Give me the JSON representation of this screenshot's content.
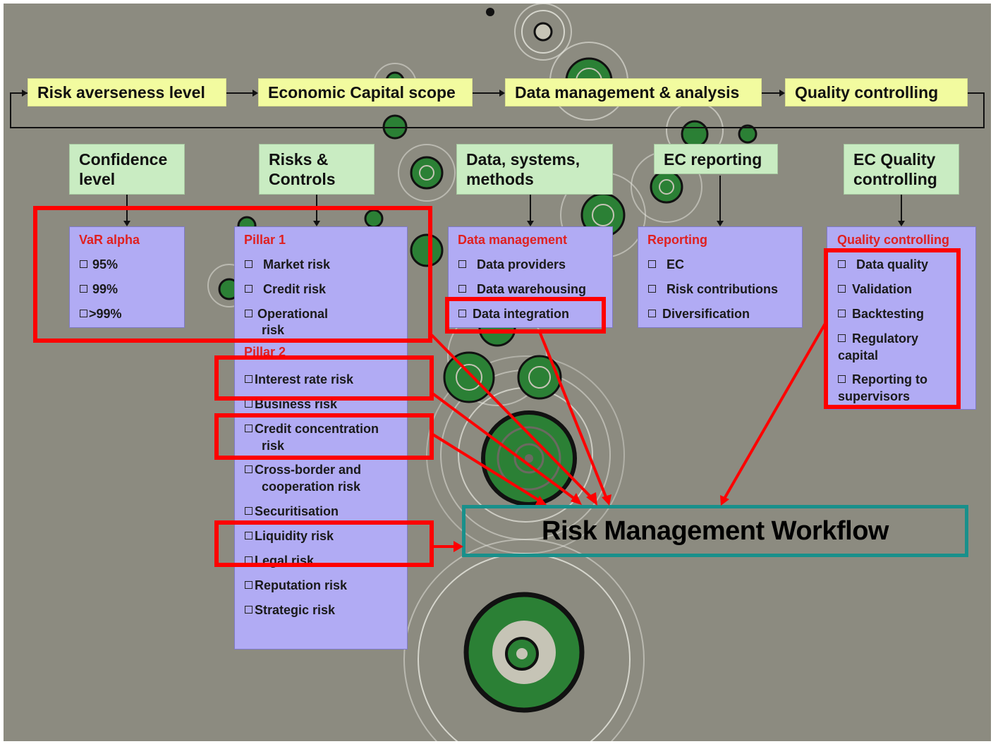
{
  "phases": [
    {
      "label": "Risk averseness level"
    },
    {
      "label": "Economic Capital scope"
    },
    {
      "label": "Data management & analysis"
    },
    {
      "label": "Quality controlling"
    }
  ],
  "categories": [
    {
      "line1": "Confidence",
      "line2": "level"
    },
    {
      "line1": "Risks &",
      "line2": "Controls"
    },
    {
      "line1": "Data, systems,",
      "line2": "methods"
    },
    {
      "line1": "EC reporting",
      "line2": ""
    },
    {
      "line1": "EC Quality",
      "line2": "controlling"
    }
  ],
  "var_box": {
    "title": "VaR alpha",
    "items": [
      "95%",
      "99%",
      ">99%"
    ]
  },
  "risks_box": {
    "pillar1_title": "Pillar 1",
    "pillar1_items": [
      "Market risk",
      "Credit risk",
      "Operational",
      "risk"
    ],
    "pillar2_title": "Pillar 2",
    "pillar2_items": [
      "Interest rate risk",
      "Business risk",
      "Credit concentration",
      "risk",
      "Cross-border and",
      "cooperation risk",
      "Securitisation",
      "Liquidity risk",
      "Legal risk",
      "Reputation risk",
      "Strategic risk"
    ]
  },
  "data_box": {
    "title": "Data management",
    "items": [
      "Data providers",
      "Data warehousing",
      "Data integration"
    ]
  },
  "reporting_box": {
    "title": "Reporting",
    "items": [
      "EC",
      "Risk contributions",
      "Diversification"
    ]
  },
  "quality_box": {
    "title": "Quality controlling",
    "items": [
      "Data quality",
      "Validation",
      "Backtesting",
      "Regulatory",
      "capital",
      "Reporting to",
      "supervisors"
    ]
  },
  "workflow": {
    "label": "Risk Management Workflow"
  },
  "colors": {
    "background": "#8c8b80",
    "phase_fill": "#f2fb9f",
    "category_fill": "#c9ecc2",
    "list_fill": "#b1abf4",
    "title_red": "#e02020",
    "highlight_red": "#ff0000",
    "workflow_border": "#19908b",
    "circle_green": "#2e7d3a"
  }
}
